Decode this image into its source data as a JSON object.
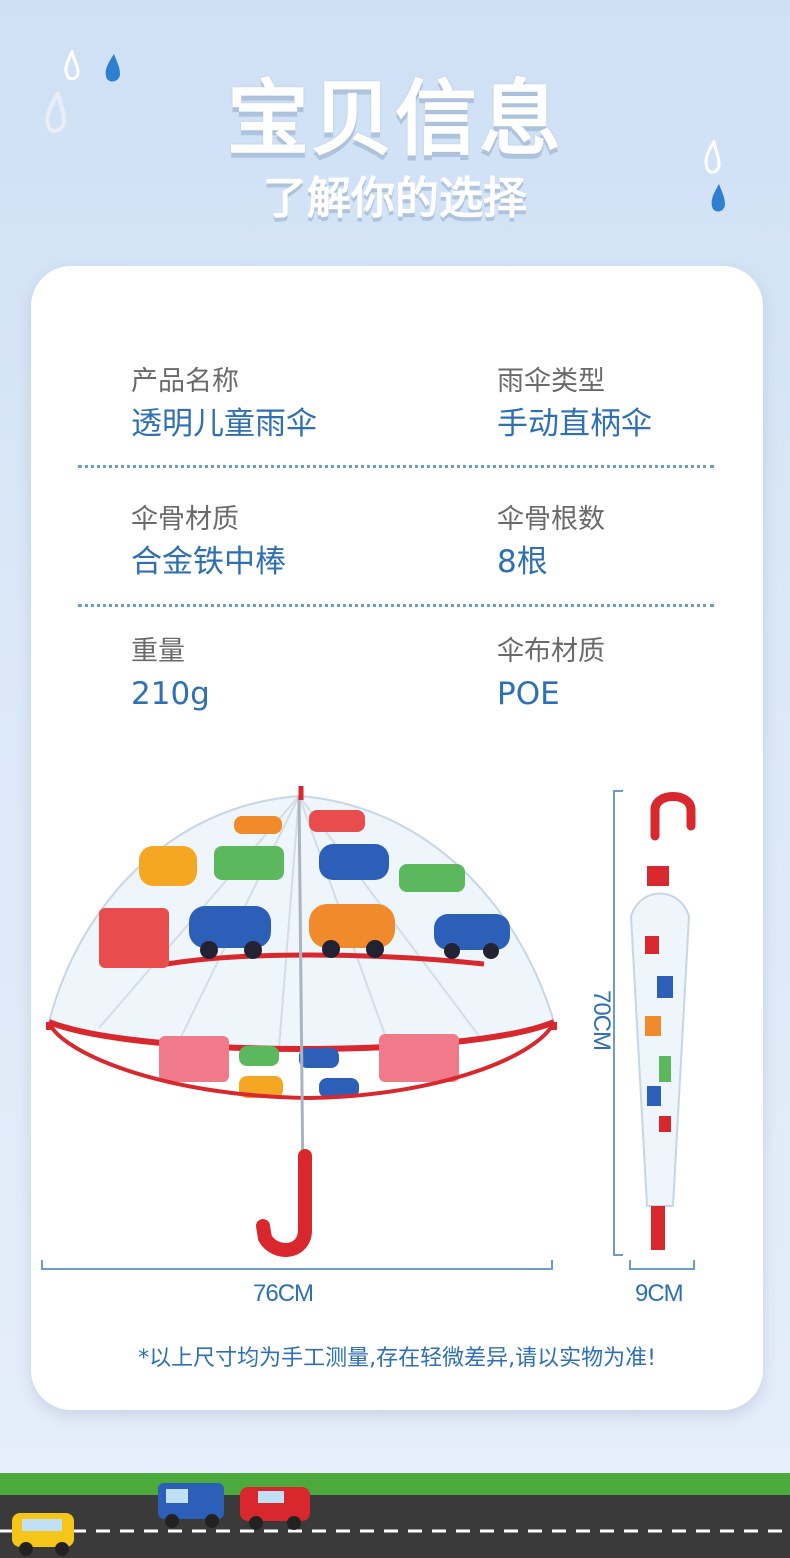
{
  "header": {
    "title": "宝贝信息",
    "subtitle": "了解你的选择"
  },
  "specs": [
    {
      "left": {
        "label": "产品名称",
        "value": "透明儿童雨伞"
      },
      "right": {
        "label": "雨伞类型",
        "value": "手动直柄伞"
      }
    },
    {
      "left": {
        "label": "伞骨材质",
        "value": "合金铁中棒"
      },
      "right": {
        "label": "伞骨根数",
        "value": "8根"
      }
    },
    {
      "left": {
        "label": "重量",
        "value": "210g"
      },
      "right": {
        "label": "伞布材质",
        "value": "POE"
      }
    }
  ],
  "dimensions": {
    "open_width": "76CM",
    "height": "70CM",
    "closed_width": "9CM"
  },
  "note": "*以上尺寸均为手工测量,存在轻微差异,请以实物为准!",
  "colors": {
    "accent_blue": "#2f6fb5",
    "handle_red": "#d9272e",
    "background": "#dbe8f7"
  }
}
